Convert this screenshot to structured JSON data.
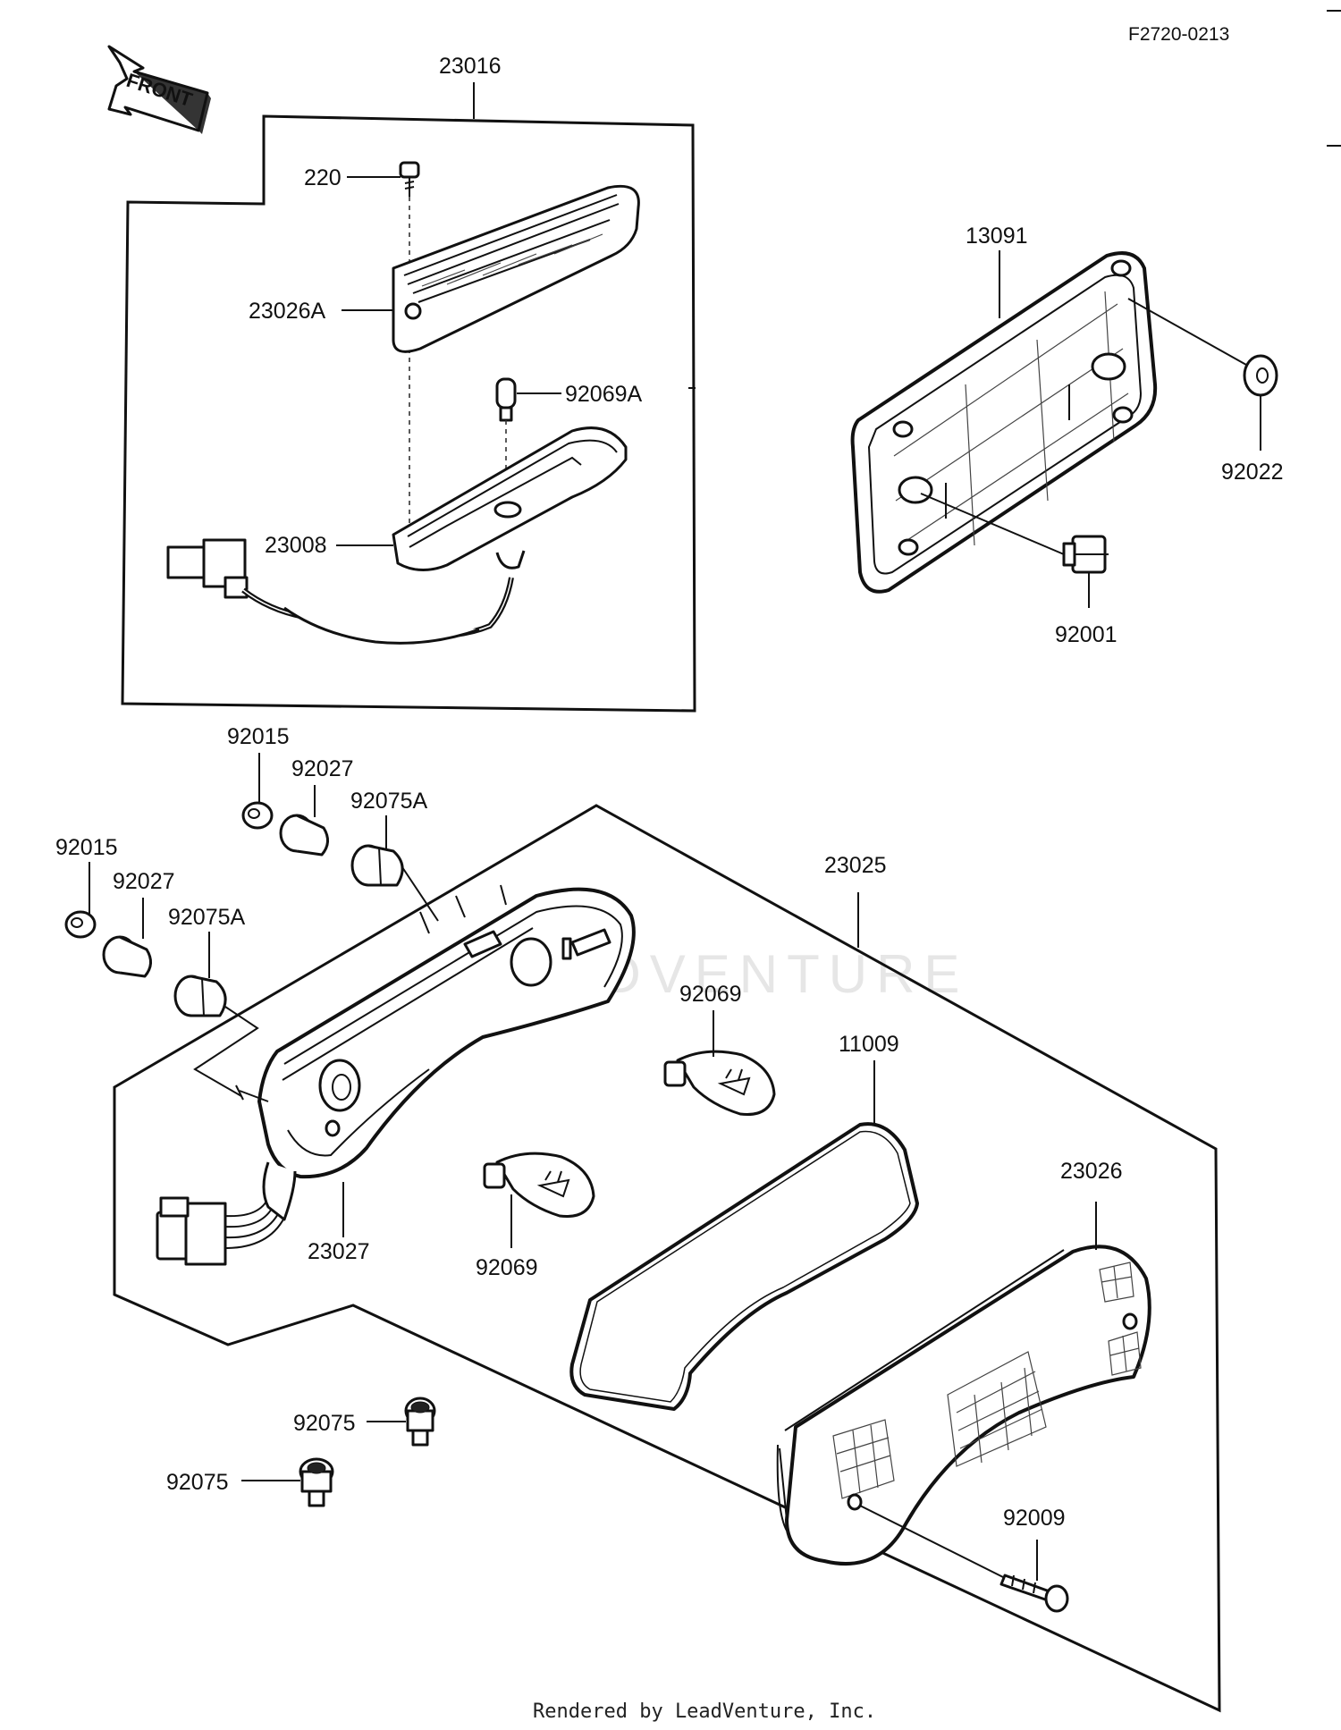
{
  "diagram_code": "F2720-0213",
  "front_arrow_label": "FRONT",
  "watermark": "LEADVENTURE",
  "footer": "Rendered by LeadVenture, Inc.",
  "callouts": {
    "c23016": "23016",
    "c220": "220",
    "c23026A": "23026A",
    "c92069A": "92069A",
    "c23008": "23008",
    "c13091": "13091",
    "c92022": "92022",
    "c92001": "92001",
    "c92015a": "92015",
    "c92027a": "92027",
    "c92075Aa": "92075A",
    "c92015b": "92015",
    "c92027b": "92027",
    "c92075Ab": "92075A",
    "c23025": "23025",
    "c92069a": "92069",
    "c11009": "11009",
    "c23027": "23027",
    "c92069b": "92069",
    "c23026": "23026",
    "c92075a": "92075",
    "c92075b": "92075",
    "c92009": "92009"
  }
}
